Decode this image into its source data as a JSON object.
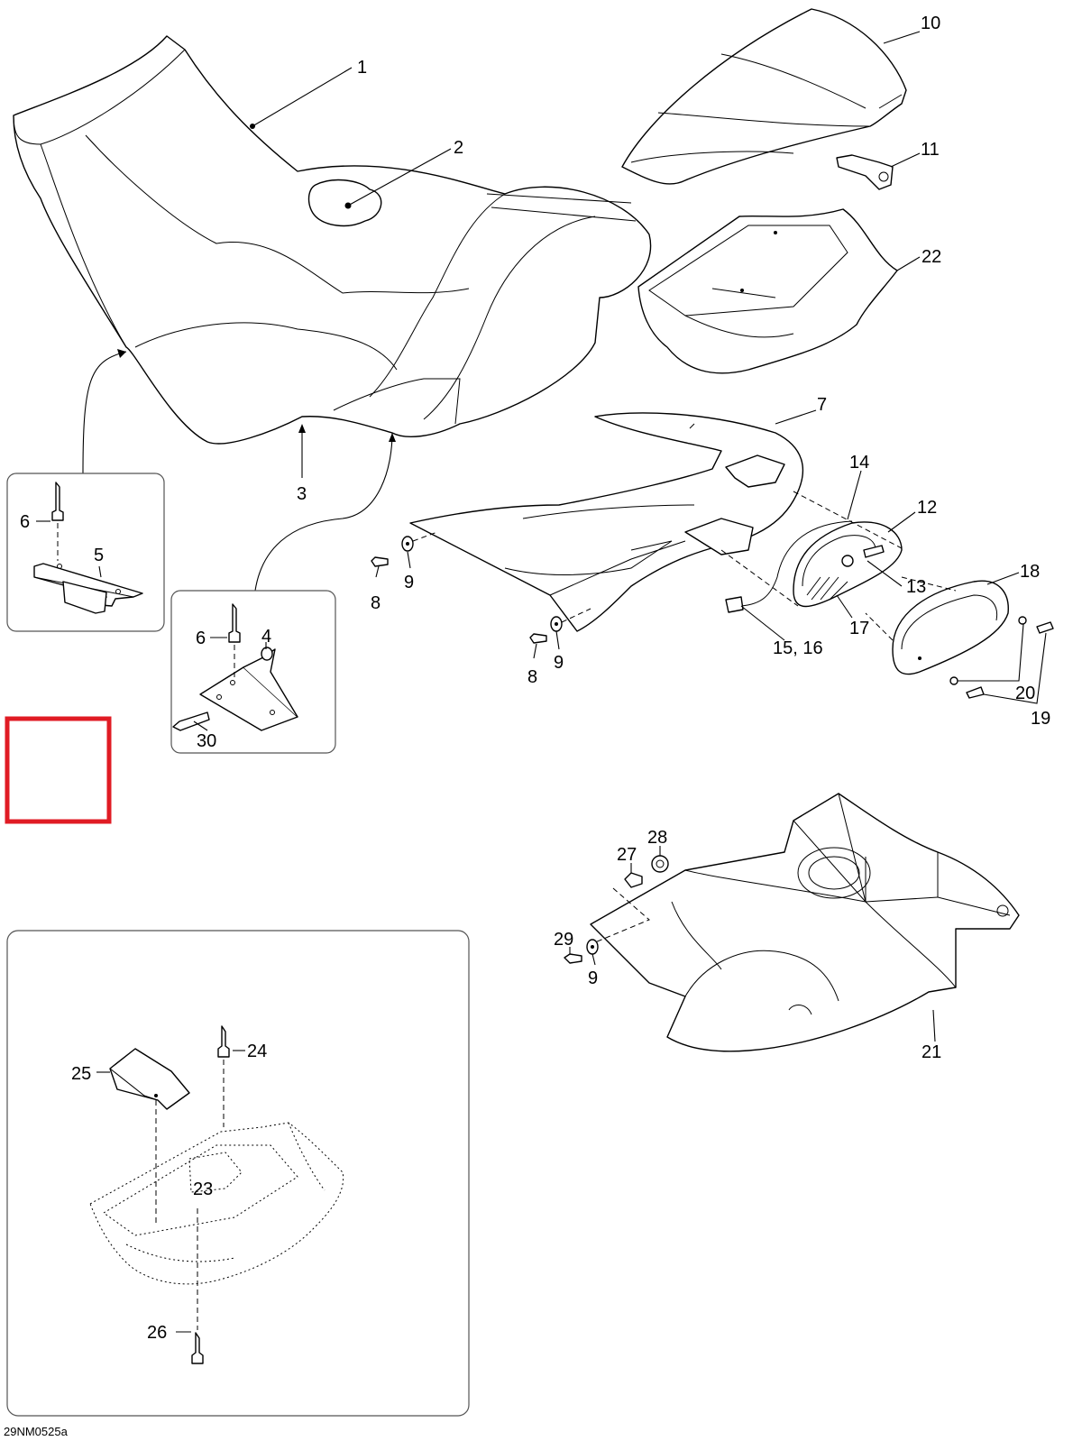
{
  "callouts": {
    "c1": "1",
    "c2": "2",
    "c3": "3",
    "c4": "4",
    "c5": "5",
    "c6a": "6",
    "c6b": "6",
    "c7": "7",
    "c8a": "8",
    "c8b": "8",
    "c9a": "9",
    "c9b": "9",
    "c9c": "9",
    "c10": "10",
    "c11": "11",
    "c12": "12",
    "c13": "13",
    "c14": "14",
    "c1516": "15, 16",
    "c17": "17",
    "c18": "18",
    "c19": "19",
    "c20": "20",
    "c21": "21",
    "c22": "22",
    "c23": "23",
    "c24": "24",
    "c25": "25",
    "c26": "26",
    "c27": "27",
    "c28": "28",
    "c29": "29",
    "c30": "30"
  },
  "reference_code": "29NM0525a",
  "highlight_color": "#e01b24"
}
